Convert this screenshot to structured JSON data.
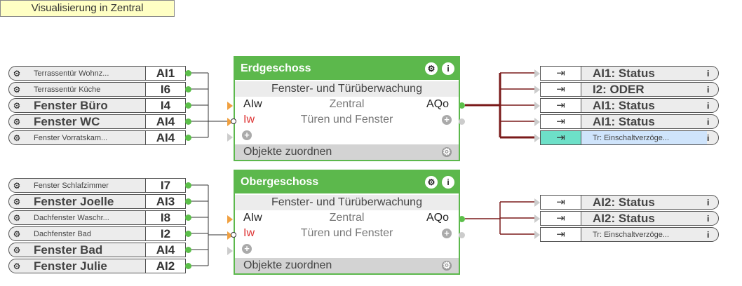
{
  "title": "Visualisierung in Zentral",
  "groups": [
    {
      "inputs": [
        {
          "name": "Terrassentür Wohnz...",
          "code": "AI1",
          "size": "small"
        },
        {
          "name": "Terrassentür Küche",
          "code": "I6",
          "size": "small"
        },
        {
          "name": "Fenster Büro",
          "code": "I4",
          "size": "big"
        },
        {
          "name": "Fenster WC",
          "code": "AI4",
          "size": "big"
        },
        {
          "name": "Fenster Vorratskam...",
          "code": "AI4",
          "size": "small"
        }
      ],
      "block": {
        "title": "Erdgeschoss",
        "subtitle": "Fenster- und Türüberwachung",
        "in1": "AIw",
        "center1": "Zentral",
        "out1": "AQo",
        "in2": "Iw",
        "center2": "Türen und Fenster",
        "footer": "Objekte zuordnen"
      },
      "outputs": [
        {
          "label": "AI1: Status",
          "size": "big"
        },
        {
          "label": "I2: ODER",
          "size": "big"
        },
        {
          "label": "AI1: Status",
          "size": "big"
        },
        {
          "label": "AI1: Status",
          "size": "big"
        },
        {
          "label": "Tr: Einschaltverzöge...",
          "size": "small",
          "selected": true
        }
      ]
    },
    {
      "inputs": [
        {
          "name": "Fenster Schlafzimmer",
          "code": "I7",
          "size": "small"
        },
        {
          "name": "Fenster Joelle",
          "code": "AI3",
          "size": "big"
        },
        {
          "name": "Dachfenster Waschr...",
          "code": "I8",
          "size": "small"
        },
        {
          "name": "Dachfenster Bad",
          "code": "I2",
          "size": "small"
        },
        {
          "name": "Fenster Bad",
          "code": "AI4",
          "size": "big"
        },
        {
          "name": "Fenster Julie",
          "code": "AI2",
          "size": "big"
        }
      ],
      "block": {
        "title": "Obergeschoss",
        "subtitle": "Fenster- und Türüberwachung",
        "in1": "AIw",
        "center1": "Zentral",
        "out1": "AQo",
        "in2": "Iw",
        "center2": "Türen und Fenster",
        "footer": "Objekte zuordnen"
      },
      "outputs": [
        {
          "label": "AI2: Status",
          "size": "big"
        },
        {
          "label": "AI2: Status",
          "size": "big"
        },
        {
          "label": "Tr: Einschaltverzöge...",
          "size": "small"
        }
      ]
    }
  ],
  "colors": {
    "block": "#5cb84c",
    "wire_out": "#7a1a1a",
    "wire_in": "#333333",
    "selected_icon": "#6de0c8",
    "selected_label": "#cfe4fb"
  }
}
